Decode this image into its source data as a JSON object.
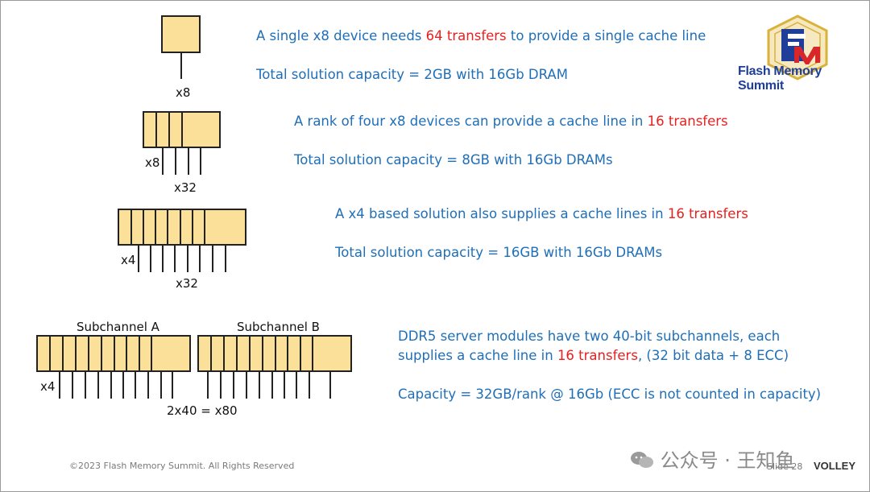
{
  "rows": [
    {
      "line1": [
        "A single x8 device needs ",
        "64 transfers",
        " to provide a single cache line"
      ],
      "line2": "Total solution capacity = 2GB with 16Gb DRAM",
      "label_a": "x8"
    },
    {
      "line1": [
        "A rank of four x8 devices can provide a cache line in ",
        "16 transfers",
        ""
      ],
      "line2": "Total solution capacity = 8GB with 16Gb DRAMs",
      "label_a": "x8",
      "label_b": "x32"
    },
    {
      "line1": [
        "A x4 based solution also supplies a cache lines in ",
        "16 transfers",
        ""
      ],
      "line2": "Total solution capacity = 16GB with 16Gb DRAMs",
      "label_a": "x4",
      "label_b": "x32"
    },
    {
      "line1": "DDR5 server modules have two 40-bit subchannels, each",
      "line2": [
        "supplies a cache line in ",
        "16 transfers",
        ", (32 bit data + 8 ECC)"
      ],
      "line3": "Capacity = 32GB/rank @ 16Gb (ECC is not counted in capacity)",
      "label_a": "x4",
      "label_b": "2x40 = x80",
      "sub_a": "Subchannel A",
      "sub_b": "Subchannel B"
    }
  ],
  "footer": "©2023 Flash Memory Summit. All Rights Reserved",
  "slide": "Slide 28",
  "logo_text": "Flash Memory Summit",
  "watermark": "公众号 · 王知鱼",
  "volley": "VOLLEY",
  "colors": {
    "text_blue": "#1f6fb8",
    "highlight_red": "#e8201f",
    "chip_fill": "#fbe09a",
    "logo_blue": "#1e3e9a",
    "logo_gold": "#d9b23a",
    "logo_red": "#d8262a"
  }
}
